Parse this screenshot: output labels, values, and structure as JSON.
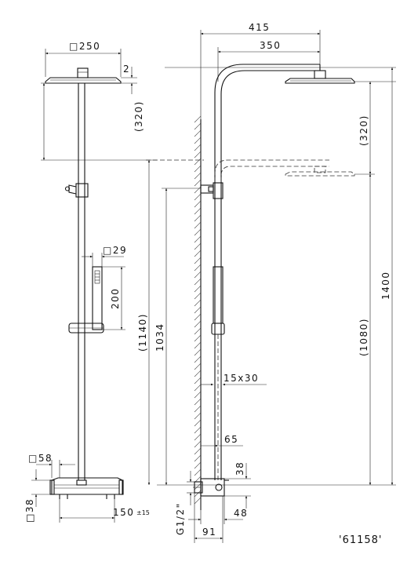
{
  "drawing": {
    "model_code": "'61158'",
    "front_view": {
      "head_width": "□250",
      "head_thickness": "2",
      "head_offset": "(320)",
      "hand_shower_width": "□29",
      "hand_shower_length": "200",
      "mixer_width": "□58",
      "mixer_height": "□38",
      "center_distance": "150",
      "center_tolerance": "±15"
    },
    "side_view": {
      "arm_reach": "415",
      "arm_length": "350",
      "head_offset_right": "(320)",
      "column_height": "1400",
      "rail_height": "(1080)",
      "left_height": "(1140)",
      "outlet_height": "1034",
      "bracket_size": "15x30",
      "wall_offset": "65",
      "inlet_height": "38",
      "inlet_depth": "48",
      "connection": "G1/2\"",
      "mixer_depth": "91"
    }
  }
}
